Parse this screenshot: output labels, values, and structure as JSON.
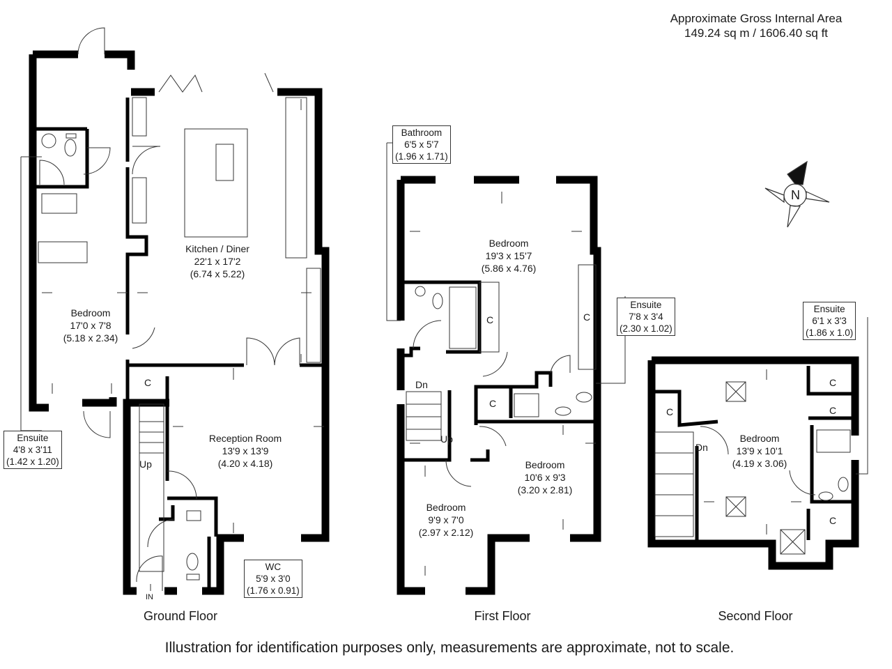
{
  "header": {
    "area_title": "Approximate Gross Internal Area",
    "area_value": "149.24 sq m / 1606.40 sq ft"
  },
  "floors": {
    "ground": "Ground Floor",
    "first": "First Floor",
    "second": "Second Floor"
  },
  "rooms": {
    "ground_bedroom": {
      "name": "Bedroom",
      "imperial": "17'0 x 7'8",
      "metric": "(5.18 x 2.34)"
    },
    "kitchen": {
      "name": "Kitchen / Diner",
      "imperial": "22'1 x 17'2",
      "metric": "(6.74 x 5.22)"
    },
    "reception": {
      "name": "Reception Room",
      "imperial": "13'9 x 13'9",
      "metric": "(4.20 x 4.18)"
    },
    "first_bedroom_main": {
      "name": "Bedroom",
      "imperial": "19'3 x 15'7",
      "metric": "(5.86 x 4.76)"
    },
    "first_bedroom_right": {
      "name": "Bedroom",
      "imperial": "10'6 x 9'3",
      "metric": "(3.20 x 2.81)"
    },
    "first_bedroom_small": {
      "name": "Bedroom",
      "imperial": "9'9 x 7'0",
      "metric": "(2.97 x 2.12)"
    },
    "second_bedroom": {
      "name": "Bedroom",
      "imperial": "13'9 x 10'1",
      "metric": "(4.19 x 3.06)"
    }
  },
  "callouts": {
    "ground_ensuite": {
      "name": "Ensuite",
      "imperial": "4'8 x 3'11",
      "metric": "(1.42 x 1.20)"
    },
    "wc": {
      "name": "WC",
      "imperial": "5'9 x 3'0",
      "metric": "(1.76 x 0.91)"
    },
    "bathroom": {
      "name": "Bathroom",
      "imperial": "6'5 x 5'7",
      "metric": "(1.96 x 1.71)"
    },
    "first_ensuite": {
      "name": "Ensuite",
      "imperial": "7'8 x 3'4",
      "metric": "(2.30 x 1.02)"
    },
    "second_ensuite": {
      "name": "Ensuite",
      "imperial": "6'1 x 3'3",
      "metric": "(1.86 x 1.0)"
    }
  },
  "marks": {
    "cupboard": "C",
    "up": "Up",
    "down": "Dn",
    "entrance": "IN",
    "compass": "N"
  },
  "disclaimer": "Illustration for identification purposes only, measurements are approximate, not to scale.",
  "colors": {
    "wall": "#000000",
    "line": "#444444",
    "background": "#ffffff"
  }
}
